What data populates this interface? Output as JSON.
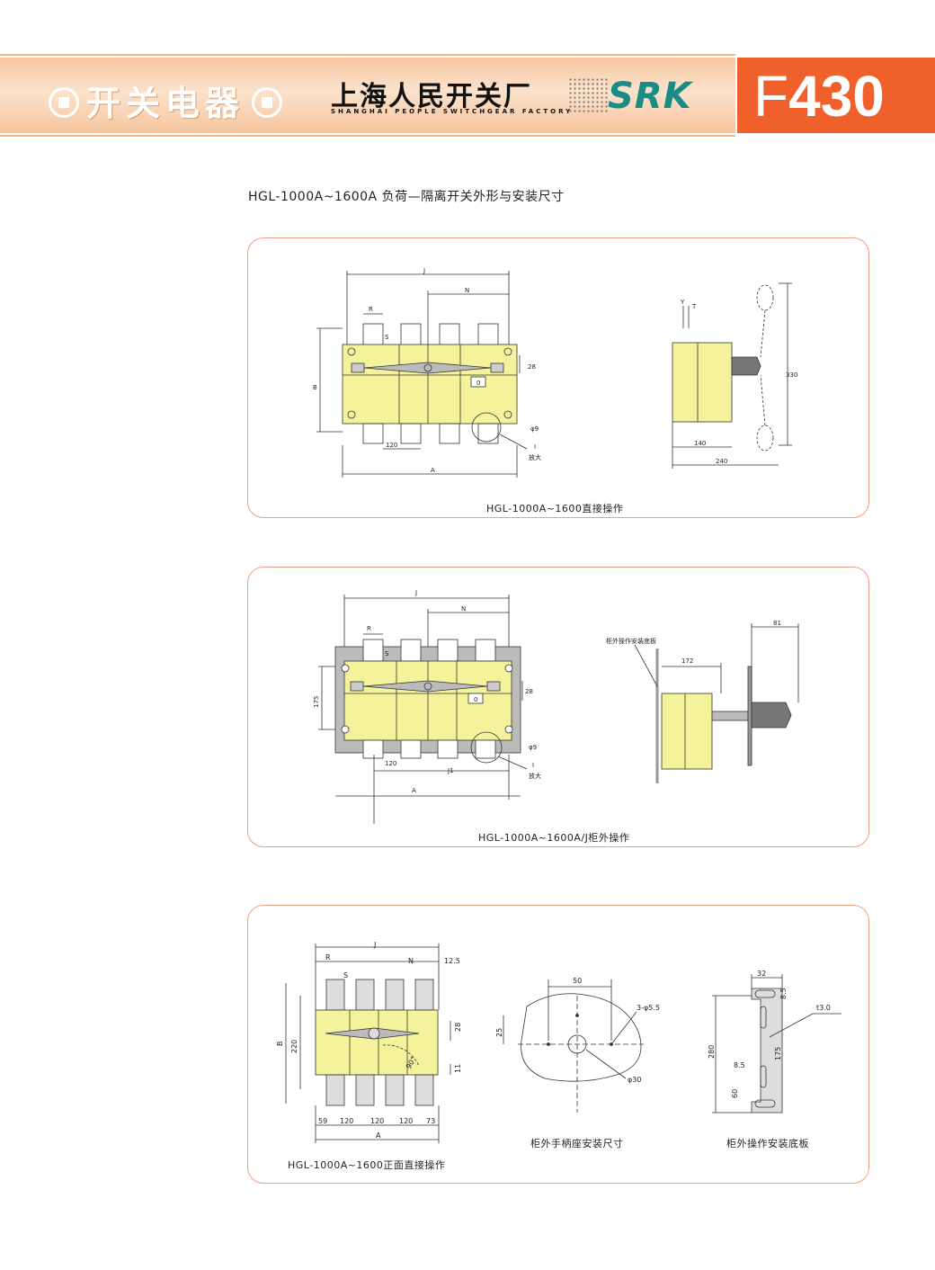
{
  "header": {
    "category": "开关电器",
    "factory_cn": "上海人民开关厂",
    "factory_en": "SHANGHAI PEOPLE SWITCHGEAR FACTORY",
    "logo": "SRK",
    "page_code_letter": "F",
    "page_code_number": "430",
    "colors": {
      "band": "#fbe2cc",
      "accent": "#f0602a",
      "logo": "#1a8c86",
      "switch_body": "#f4f29a"
    }
  },
  "title": "HGL-1000A~1600A 负荷—隔离开关外形与安装尺寸",
  "panel1": {
    "caption": "HGL-1000A~1600直接操作",
    "dims": {
      "J": "J",
      "N": "N",
      "R": "R",
      "S": "S",
      "B": "B",
      "A": "A",
      "d28": "28",
      "d120": "120",
      "phi9": "φ9",
      "I": "I",
      "enlarge": "放大",
      "Y": "Y",
      "T": "T",
      "d330": "330",
      "d140": "140",
      "d240": "240",
      "o": "0"
    }
  },
  "panel2": {
    "caption": "HGL-1000A~1600A/J柜外操作",
    "dims": {
      "J": "J",
      "N": "N",
      "R": "R",
      "S": "S",
      "d175": "175",
      "A": "A",
      "J1": "J1",
      "d28": "28",
      "d120": "120",
      "phi9": "φ9",
      "I": "I",
      "enlarge": "放大",
      "plate": "柜外操作安装底板",
      "d172": "172",
      "d81": "81",
      "o": "0"
    }
  },
  "panel3": {
    "caption_front": "HGL-1000A~1600正面直接操作",
    "caption_handle": "柜外手柄座安装尺寸",
    "caption_plate": "柜外操作安装底板",
    "dims": {
      "R": "R",
      "J": "J",
      "N": "N",
      "S": "S",
      "d12_5": "12.5",
      "B": "B",
      "d220": "220",
      "d28": "28",
      "d11": "11",
      "angle": "90°",
      "d59": "59",
      "d120": "120",
      "d73": "73",
      "A": "A",
      "d50": "50",
      "holes": "3-φ5.5",
      "d25": "25",
      "phi30": "φ30",
      "d32": "32",
      "d8_5": "8.5",
      "t3": "t3.0",
      "d280": "280",
      "d175": "175",
      "d60": "60"
    }
  }
}
